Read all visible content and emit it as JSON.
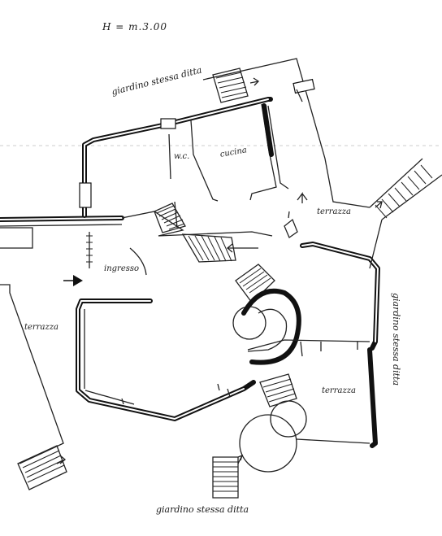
{
  "header": {
    "height_label": "H = m.3.00"
  },
  "rooms": {
    "wc": "w.c.",
    "cucina": "cucina",
    "ingresso": "ingresso",
    "terrazza_left": "terrazza",
    "terrazza_top_right": "terrazza",
    "terrazza_bottom_right": "terrazza"
  },
  "garden": {
    "top": "giardino stessa ditta",
    "right": "giardino stessa ditta",
    "bottom": "giardino stessa ditta"
  }
}
